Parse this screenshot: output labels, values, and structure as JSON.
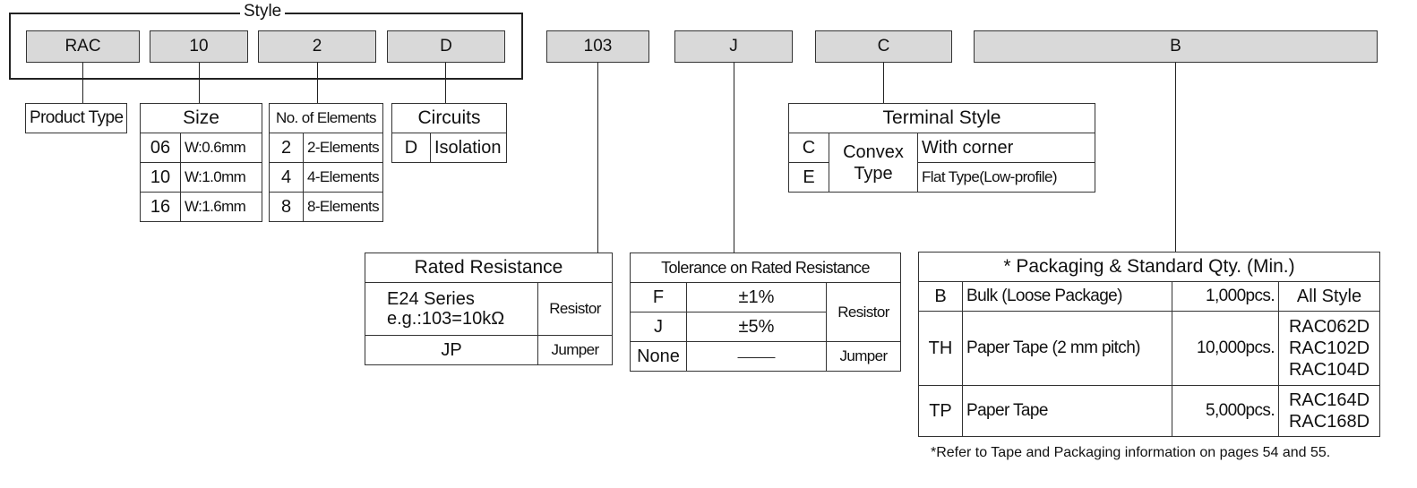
{
  "style_label": "Style",
  "code_boxes": [
    "RAC",
    "10",
    "2",
    "D",
    "103",
    "J",
    "C",
    "B"
  ],
  "product_type": {
    "label": "Product Type"
  },
  "size": {
    "title": "Size",
    "rows": [
      {
        "code": "06",
        "desc": "W:0.6mm"
      },
      {
        "code": "10",
        "desc": "W:1.0mm"
      },
      {
        "code": "16",
        "desc": "W:1.6mm"
      }
    ]
  },
  "elements": {
    "title": "No. of Elements",
    "rows": [
      {
        "code": "2",
        "desc": "2-Elements"
      },
      {
        "code": "4",
        "desc": "4-Elements"
      },
      {
        "code": "8",
        "desc": "8-Elements"
      }
    ]
  },
  "circuits": {
    "title": "Circuits",
    "rows": [
      {
        "code": "D",
        "desc": "Isolation"
      }
    ]
  },
  "terminal": {
    "title": "Terminal Style",
    "rows": [
      {
        "code": "C",
        "desc": "With corner"
      },
      {
        "code": "E",
        "desc": "Flat Type(Low-profile)"
      }
    ],
    "type_label": "Convex Type"
  },
  "resistance": {
    "title": "Rated Resistance",
    "series_line1": "E24 Series",
    "series_line2": "e.g.:103=10kΩ",
    "resistor": "Resistor",
    "jp": "JP",
    "jumper": "Jumper"
  },
  "tolerance": {
    "title": "Tolerance on Rated Resistance",
    "rows": [
      {
        "code": "F",
        "value": "±1%"
      },
      {
        "code": "J",
        "value": "±5%"
      },
      {
        "code": "None",
        "value": "———"
      }
    ],
    "resistor": "Resistor",
    "jumper": "Jumper"
  },
  "packaging": {
    "title": "* Packaging & Standard Qty. (Min.)",
    "rows": [
      {
        "code": "B",
        "desc": "Bulk (Loose Package)",
        "qty": "1,000pcs.",
        "style": "All Style"
      },
      {
        "code": "TH",
        "desc": "Paper Tape (2 mm pitch)",
        "qty": "10,000pcs.",
        "style": "RAC062D\nRAC102D\nRAC104D"
      },
      {
        "code": "TP",
        "desc": "Paper Tape",
        "qty": "5,000pcs.",
        "style": "RAC164D\nRAC168D"
      }
    ],
    "note": "*Refer to Tape and Packaging information on pages 54 and 55."
  }
}
